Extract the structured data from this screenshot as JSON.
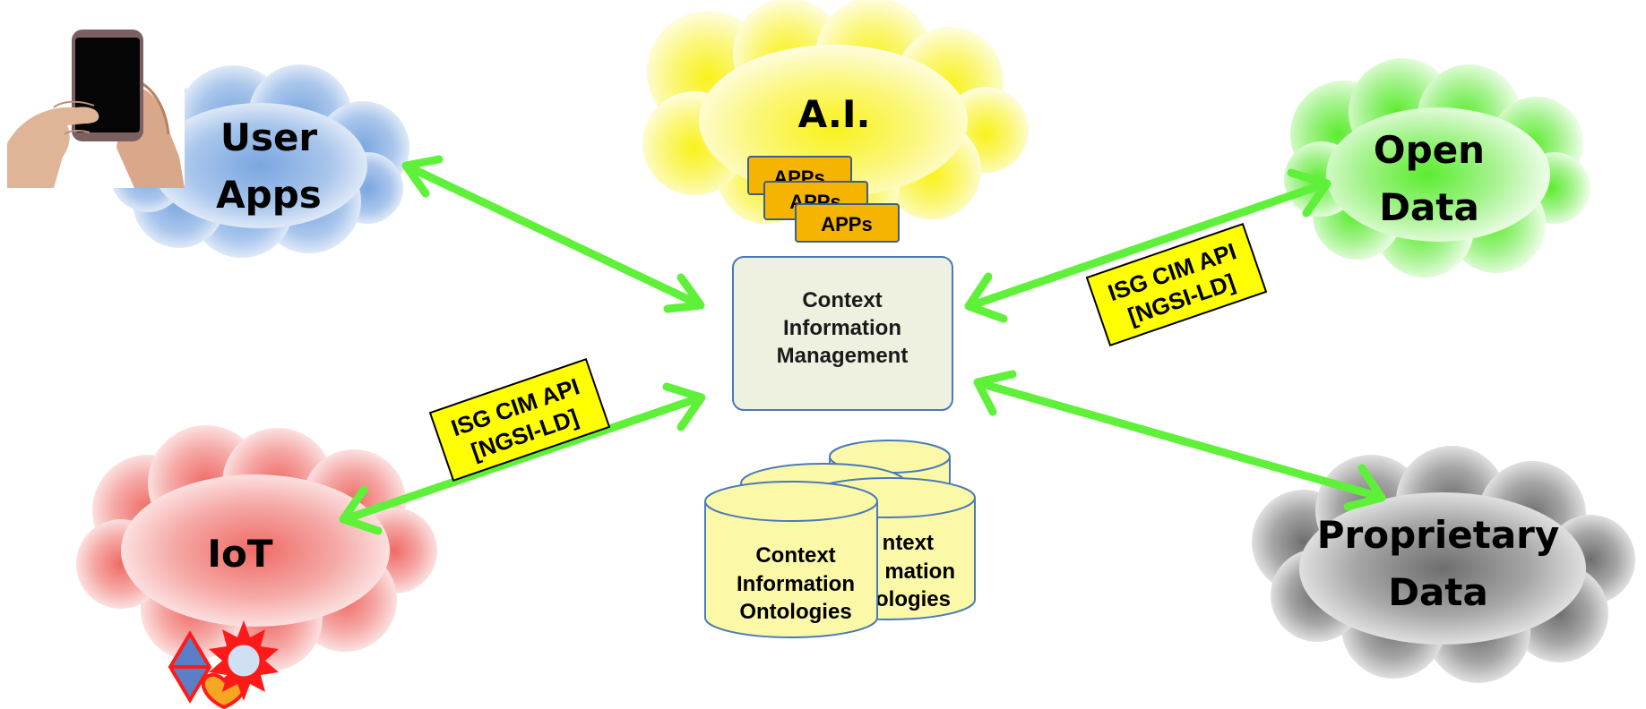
{
  "colors": {
    "arrow": "#5ff03a",
    "user_apps_cloud": "#9ec0ea",
    "ai_cloud": "#fbf740",
    "open_data_cloud": "#7df05a",
    "iot_cloud": "#f08a86",
    "proprietary_cloud": "#8f8f8f",
    "cim_box_fill": "#eef0e0",
    "cim_box_border": "#4a7ab8",
    "app_card_fill": "#f5b400",
    "db_fill": "#fbf8a8",
    "label_fill": "#ffff00"
  },
  "clouds": {
    "user_apps": {
      "line1": "User",
      "line2": "Apps"
    },
    "ai": {
      "line1": "A.I."
    },
    "open_data": {
      "line1": "Open",
      "line2": "Data"
    },
    "iot": {
      "line1": "IoT"
    },
    "proprietary": {
      "line1": "Proprietary",
      "line2": "Data"
    }
  },
  "center": {
    "line1": "Context",
    "line2": "Information",
    "line3": "Management"
  },
  "apps": {
    "label": "APPs"
  },
  "ontologies": {
    "front": {
      "line1": "Context",
      "line2": "Information",
      "line3": "Ontologies"
    },
    "back": {
      "line1": "ntext",
      "line2": "mation",
      "line3": "ologies"
    }
  },
  "api_labels": {
    "left": {
      "line1": "ISG CIM API",
      "line2": "[NGSI-LD]"
    },
    "right": {
      "line1": "ISG CIM API",
      "line2": "[NGSI-LD]"
    }
  },
  "icons": {
    "phone": "smartphone-in-hands-icon",
    "iot": "sensor-sun-heart-icon"
  }
}
